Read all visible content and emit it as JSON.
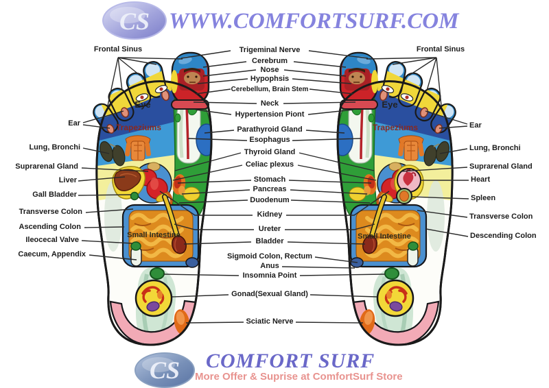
{
  "header": {
    "logo_initials": "CS",
    "url": "WWW.COMFORTSURF.COM"
  },
  "footer": {
    "logo_initials": "CS",
    "brand": "COMFORT SURF",
    "tagline": "More Offer & Suprise at ComfortSurf Store"
  },
  "colors": {
    "watermark_purple": "#8583de",
    "brand_purple": "#6a68c8",
    "tagline_pink": "#e8938f",
    "label_ink": "#1b1b1b",
    "zone_green": "#2f9e38",
    "zone_blue": "#2e86c6",
    "zone_yellow": "#f0d735",
    "heel_pink": "#f2aab6"
  },
  "labels": {
    "left": [
      "Frontal Sinus",
      "Ear",
      "Lung, Bronchi",
      "Suprarenal Gland",
      "Liver",
      "Gall Bladder",
      "Transverse Colon",
      "Ascending Colon",
      "Ileocecal Valve",
      "Caecum, Appendix"
    ],
    "center": [
      "Trigeminal Nerve",
      "Cerebrum",
      "Nose",
      "Hypophsis",
      "Cerebellum, Brain Stem",
      "Neck",
      "Hypertension Piont",
      "Parathyroid Gland",
      "Esophagus",
      "Thyroid Gland",
      "Celiac plexus",
      "Stomach",
      "Pancreas",
      "Duodenum",
      "Kidney",
      "Ureter",
      "Bladder",
      "Sigmoid Colon, Rectum",
      "Anus",
      "Insomnia Point",
      "Gonad(Sexual Gland)",
      "Sciatic Nerve"
    ],
    "right": [
      "Frontal Sinus",
      "Ear",
      "Lung, Bronchi",
      "Suprarenal Gland",
      "Heart",
      "Spleen",
      "Transverse Colon",
      "Descending Colon"
    ],
    "left_foot": {
      "eye": "Eye",
      "trapeziums": "Trapeziums",
      "small_intestine": "Small Intestine"
    },
    "right_foot": {
      "eye": "Eye",
      "trapeziums": "Trapeziums",
      "small_intestine": "Small Intestine"
    }
  }
}
